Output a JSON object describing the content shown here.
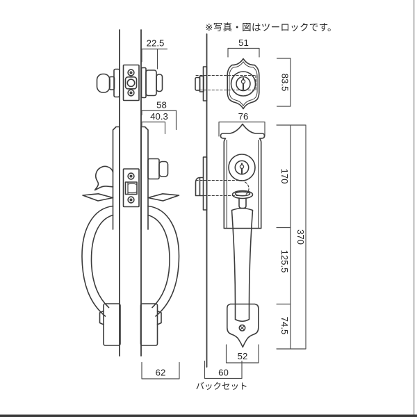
{
  "note": "※写真・図はツーロックです。",
  "side_view": {
    "dim_cylinder_projection": "22.5",
    "dim_trim_projection": "58",
    "dim_cylinder_body_projection": "40.3",
    "dim_handle_projection": "62"
  },
  "front_view": {
    "dim_deadbolt_escutcheon_width": "51",
    "dim_deadbolt_escutcheon_height": "83.5",
    "dim_plate_width": "76",
    "dim_upper_plate_height": "170",
    "dim_total_height": "370",
    "dim_mid_section_height": "125.5",
    "dim_lower_plate_height": "74.5",
    "dim_lower_plate_width": "52",
    "dim_backset": "60",
    "backset_label": "バックセット"
  },
  "colors": {
    "background": "#ffffff",
    "line": "#3c3c3c",
    "dim_line": "#4a4a4a",
    "text": "#222222",
    "bottom_border": "#3d3d3d",
    "right_border": "#b8b8b8"
  }
}
